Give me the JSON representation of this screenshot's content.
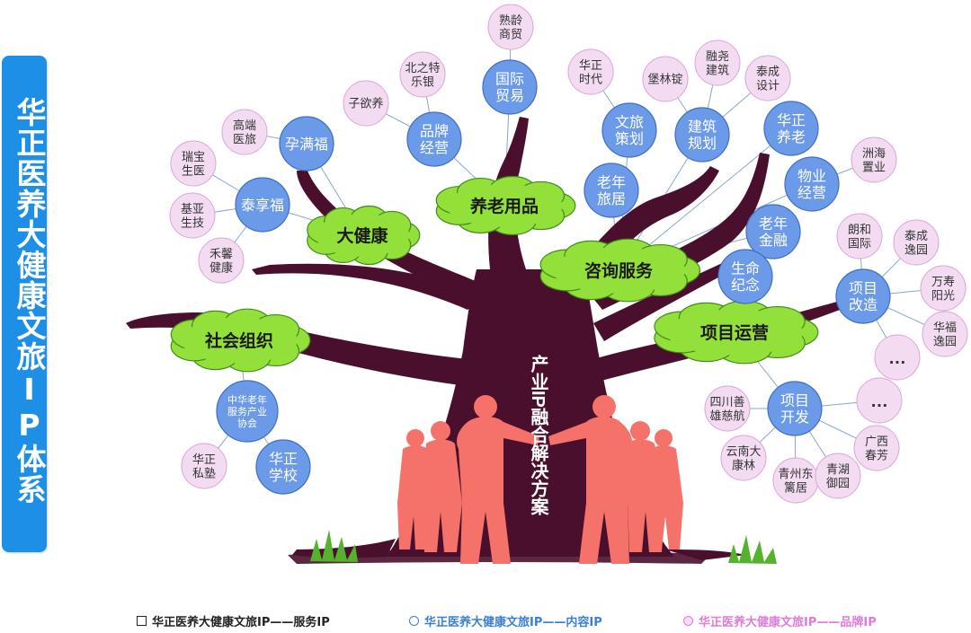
{
  "title": "华正医养大健康文旅IP体系",
  "trunk_label": "产业IP融合解决方案",
  "colors": {
    "service_fill": "#93e03a",
    "content_fill": "#6b9ae8",
    "brand_fill": "#f3dcf2",
    "tree": "#4a0f2c",
    "people": "#f47269",
    "sidebar": "#1e8fe6",
    "grass": "#54b22d"
  },
  "service_ip": [
    "大健康",
    "养老用品",
    "咨询服务",
    "社会组织",
    "项目运营"
  ],
  "content_ip": [
    "孕满福",
    "品牌经营",
    "国际贸易",
    "泰享福",
    "文旅策划",
    "建筑规划",
    "华正养老",
    "物业经营",
    "老年旅居",
    "老年金融",
    "生命纪念",
    "项目改造",
    "项目开发",
    "中华老年服务产业协会",
    "华正学校"
  ],
  "brand_ip": [
    "熟龄商贸",
    "北之特乐银",
    "子欲养",
    "高端医旅",
    "瑞宝生医",
    "基亚生技",
    "禾馨健康",
    "华正时代",
    "堡林锭",
    "融尧建筑",
    "泰成设计",
    "洲海置业",
    "朗和国际",
    "泰成逸园",
    "万寿阳光",
    "华福逸园",
    "…",
    "…",
    "四川善雄慈航",
    "广西春芳",
    "云南大康林",
    "青州东篱居",
    "青湖御园",
    "华正私塾"
  ],
  "legend": [
    {
      "label": "华正医养大健康文旅IP——服务IP",
      "color": "#222222"
    },
    {
      "label": "华正医养大健康文旅IP——内容IP",
      "color": "#3a7fd6"
    },
    {
      "label": "华正医养大健康文旅IP——品牌IP",
      "color": "#e07ad8"
    }
  ]
}
